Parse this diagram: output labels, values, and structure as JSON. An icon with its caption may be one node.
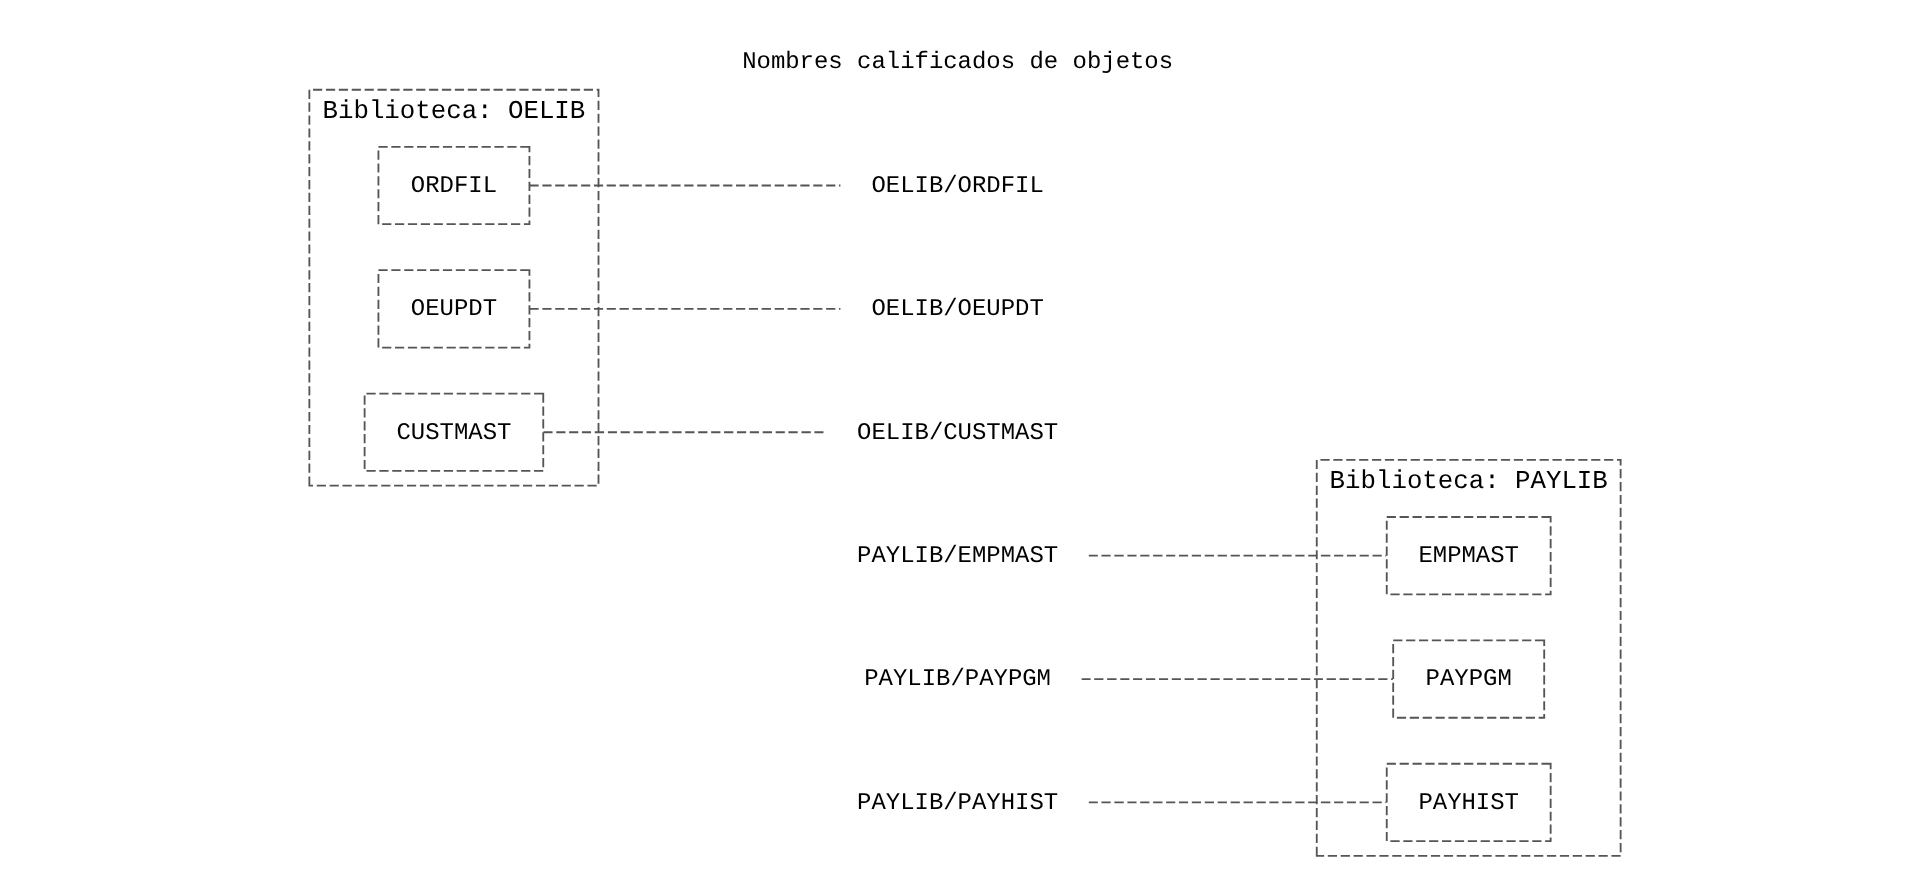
{
  "diagram": {
    "nodes": [
      {
        "text": [
          "Biblioteca: OELIB"
        ]
      },
      {
        "text": [
          "ORDFIL"
        ],
        "in": 0
      },
      {
        "text": [
          "OEUPDT"
        ],
        "in": 0
      },
      {
        "text": [
          "CUSTMAST"
        ],
        "in": 0
      },
      {
        "text": [
          "OELIB/ORDFIL"
        ]
      },
      {
        "text": [
          "OELIB/OEUPDT"
        ]
      },
      {
        "text": [
          "OELIB/CUSTMAST"
        ]
      },
      {
        "text": [
          "PAYLIB/EMPMAST"
        ]
      },
      {
        "text": [
          "PAYLIB/PAYPGM"
        ]
      },
      {
        "text": [
          "PAYLIB/PAYHIST"
        ]
      },
      {
        "text": [
          "Biblioteca: PAYLIB"
        ]
      },
      {
        "text": [
          "EMPMAST"
        ],
        "in": 10
      },
      {
        "text": [
          "PAYPGM"
        ],
        "in": 10
      },
      {
        "text": [
          "PAYHIST"
        ],
        "in": 10
      }
    ],
    "edges": [
      {
        "from": 1,
        "to": 4,
        "arrow": "none"
      },
      {
        "from": 2,
        "to": 5,
        "arrow": "none"
      },
      {
        "from": 3,
        "to": 6,
        "arrow": "none"
      },
      {
        "from": 7,
        "to": 11,
        "arrow": "none"
      },
      {
        "from": 8,
        "to": 12,
        "arrow": "none"
      },
      {
        "from": 9,
        "to": 13,
        "arrow": "none"
      }
    ],
    "labels": [
      "Nombres calificados de objetos"
    ]
  }
}
